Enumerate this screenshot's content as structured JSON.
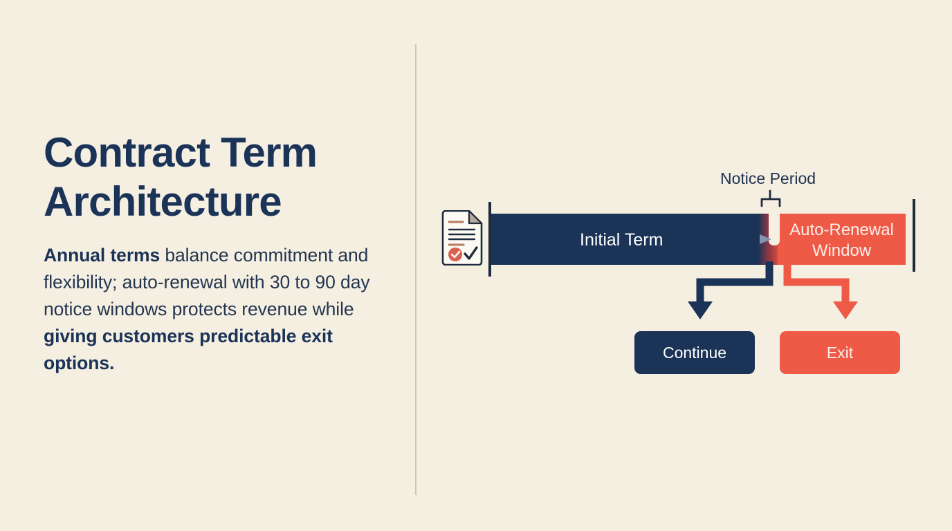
{
  "slide": {
    "background_color": "#f5efe2",
    "navy": "#1b3357",
    "coral": "#ef5a46",
    "divider_color": "#cdc6b6"
  },
  "left": {
    "headline_line1": "Contract Term",
    "headline_line2": "Architecture",
    "body": {
      "bold_lead": "Annual terms",
      "mid": " balance commitment and flexibility; auto-renewal with 30 to 90 day notice windows protects revenue while ",
      "bold_tail": "giving customers predictable exit options."
    }
  },
  "diagram": {
    "doc_icon_name": "contract-document-icon",
    "initial_term_label": "Initial Term",
    "auto_renewal_label": "Auto-Renewal Window",
    "notice_period_label": "Notice Period",
    "continue_label": "Continue",
    "exit_label": "Exit"
  }
}
